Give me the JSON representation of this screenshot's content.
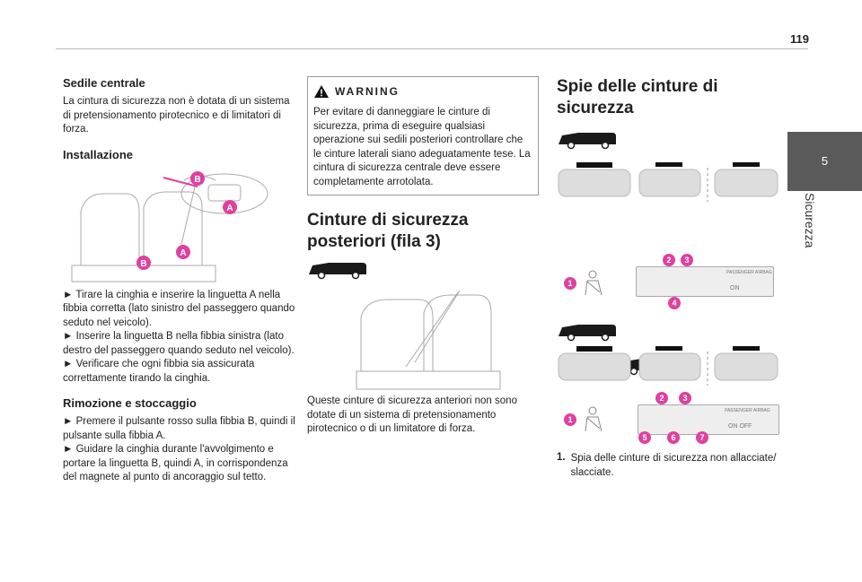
{
  "page_number": "119",
  "side_tab": {
    "number": "5",
    "label": "Sicurezza"
  },
  "col1": {
    "title": "Sedile centrale",
    "intro": "La cintura di sicurezza non è dotata di un sistema di pretensionamento pirotecnico e di limitatori di forza.",
    "install_title": "Installazione",
    "install_text": "► Tirare la cinghia e inserire la linguetta  A nella fibbia corretta (lato sinistro del passeggero quando seduto nel veicolo).\n► Inserire la linguetta  B nella fibbia sinistra (lato destro del passeggero quando seduto nel veicolo).\n► Verificare che ogni fibbia sia assicurata correttamente tirando la cinghia.",
    "removal_title": "Rimozione e stoccaggio",
    "removal_text": "► Premere il pulsante rosso sulla fibbia B, quindi il pulsante sulla fibbia A.\n► Guidare la cinghia durante l'avvolgimento e portare la linguetta B, quindi A, in corrispondenza del magnete al punto di ancoraggio sul tetto.",
    "markers": [
      "B",
      "A",
      "A",
      "B"
    ]
  },
  "col2": {
    "warning_title": "WARNING",
    "warning_text": "Per evitare di danneggiare le cinture di sicurezza, prima di eseguire qualsiasi operazione sui sedili posteriori controllare che le cinture laterali siano adeguatamente tese. La cintura di sicurezza centrale deve essere completamente arrotolata.",
    "title": "Cinture di sicurezza posteriori (fila 3)",
    "text": "Queste cinture di sicurezza anteriori non sono dotate di un sistema di pretensionamento pirotecnico o di un limitatore di forza."
  },
  "col3": {
    "title": "Spie delle cinture di sicurezza",
    "panel_label": "PASSENGER AIRBAG",
    "panel1_state": "ON",
    "panel2_state": "ON  OFF",
    "badges_top": [
      "2",
      "3",
      "1",
      "4"
    ],
    "badges_bottom": [
      "2",
      "3",
      "1",
      "5",
      "6",
      "7"
    ],
    "item1_num": "1.",
    "item1_text": "Spia delle cinture di sicurezza non allacciate/ slacciate."
  }
}
